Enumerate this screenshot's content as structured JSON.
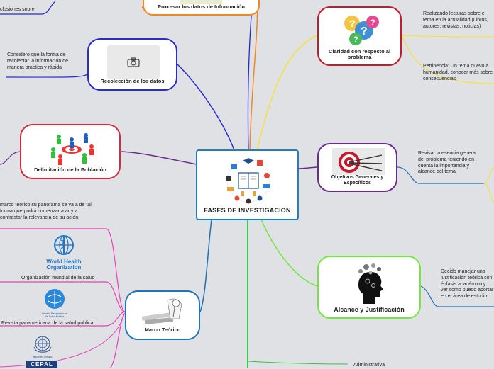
{
  "center": {
    "label": "FASES DE INVESTIGACION"
  },
  "branches": {
    "procesar": {
      "label": "Procesar los datos de Información"
    },
    "recoleccion": {
      "label": "Recolección de los datos",
      "note": "Considero que la forma de recolectar la información de manera practica y rápida"
    },
    "poblacion": {
      "label": "Delimitación de la Población"
    },
    "marco": {
      "label": "Marco Teórico",
      "note": "marco teórico su panorama se va a de tal forma que podrá comenzar a ar y a contrastar la relevancia de su ación.",
      "refs": [
        {
          "label": "Organización mundial de la salud"
        },
        {
          "label": "Revista panamericana de la salud publica"
        }
      ]
    },
    "claridad": {
      "label": "Claridad con respecto al problema",
      "notes": [
        "Realizando lecturas sobre el tema en la actualidad (Libros, autores, revistas, noticias)",
        "Pertinencia: Un tema nuevo a humanidad, conocer más sobre consecuencias"
      ]
    },
    "objetivos": {
      "label": "Objetivos Generales y Específicos",
      "note": "Revisar la esencia general del problema teniendo en cuenta la importancia y alcance del tema"
    },
    "alcance": {
      "label": "Alcance y Justificación",
      "note": "Decido manejar una justificación teórica con énfasis académico y ver como puedo aportar en el área de estudio"
    }
  },
  "edge_texts": {
    "top_left": "clusiones sobre",
    "bottom": "Administrativa"
  },
  "logos": {
    "who": {
      "line1": "World Health",
      "line2": "Organization"
    },
    "paho": {
      "line1": "Revista Panamericana",
      "line2": "de Salud Pública"
    },
    "un": {
      "line1": "Naciones Unidas"
    },
    "cepal": {
      "text": "CEPAL"
    }
  },
  "colors": {
    "center": "#1f7fc0",
    "procesar": "#f08a1e",
    "recoleccion": "#2a2acf",
    "poblacion": "#d12a3d",
    "marco": "#1e73b5",
    "claridad": "#c8182b",
    "objetivos": "#6b2a8e",
    "alcance": "#6fe83a",
    "yellow": "#f2e23a",
    "pink": "#ee3fb7",
    "green": "#27c93f"
  }
}
